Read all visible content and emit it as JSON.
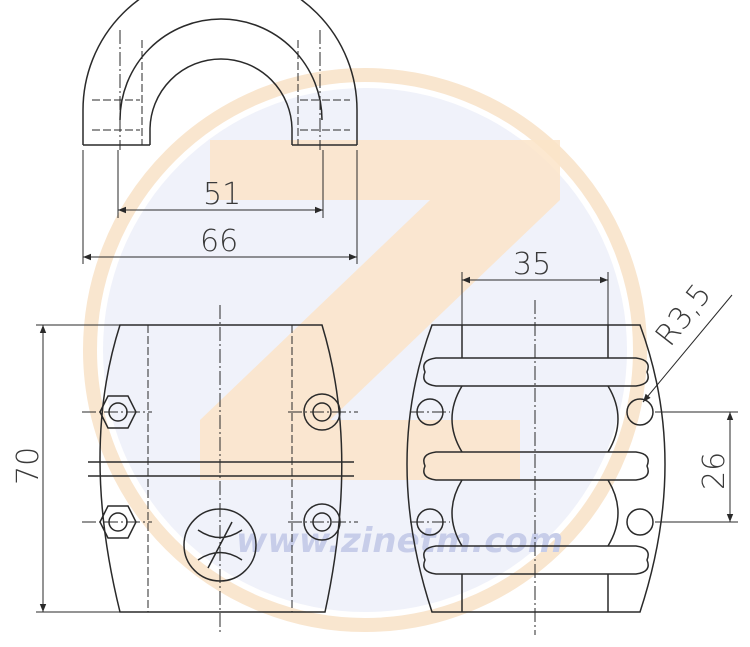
{
  "watermark": {
    "url": "www.zinetm.com",
    "colors": {
      "ring": "#f9e6cf",
      "disc": "#e4e8f5",
      "bolt": "#fbe4c8"
    }
  },
  "dimensions": {
    "top_inner": "51",
    "top_outer": "66",
    "bolt_spacing": "35",
    "radius": "R3,5",
    "height": "70",
    "hole_pitch": "26"
  },
  "colors": {
    "line": "#2a2a2a",
    "text": "#3a3a3a",
    "background": "#ffffff"
  }
}
